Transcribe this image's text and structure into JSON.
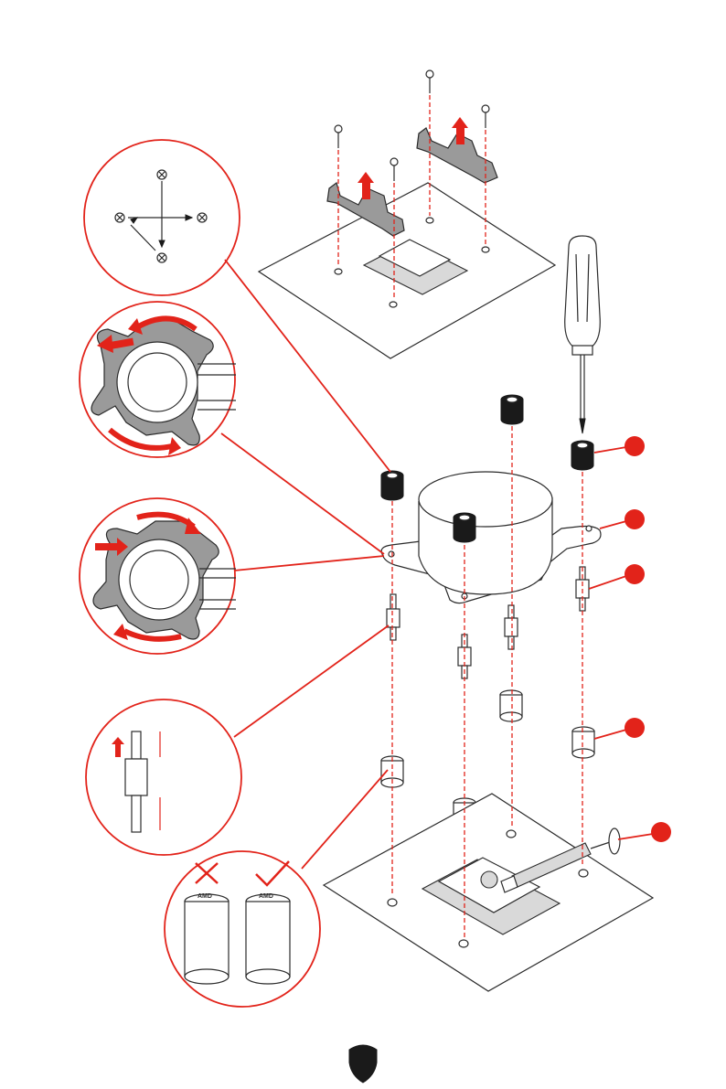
{
  "diagram": {
    "accent_color": "#e2231a",
    "ink_color": "#2b2b2b",
    "callout_labels": [],
    "standoff_cap_text": [
      "AMD",
      "AMD"
    ],
    "checkmark_states": [
      "incorrect",
      "correct"
    ],
    "icons": [
      "red-arrow-up-icon",
      "screwdriver-icon",
      "thermal-paste-syringe-icon",
      "logo-shield-icon",
      "cross-mark-icon",
      "check-mark-icon",
      "rotate-arrow-icon"
    ]
  }
}
